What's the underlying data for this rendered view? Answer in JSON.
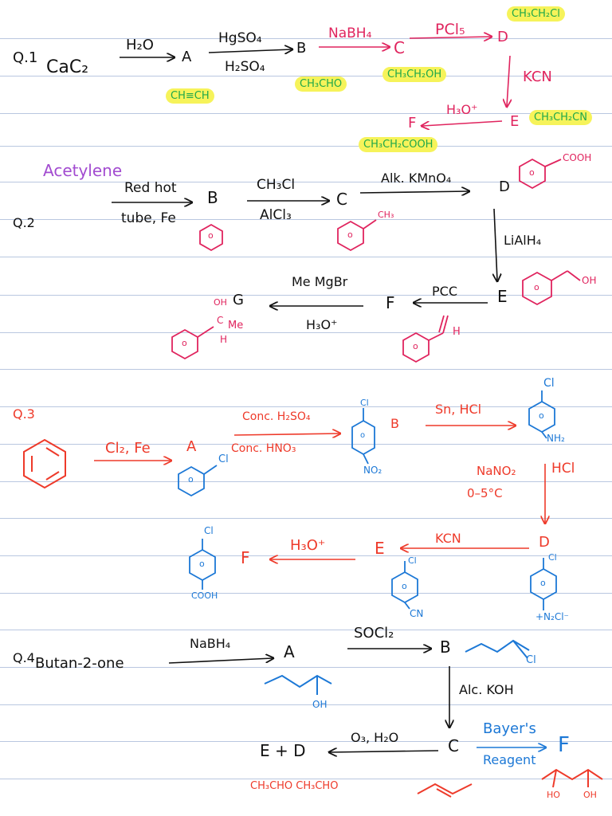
{
  "colors": {
    "black": "#111111",
    "pink": "#e0245e",
    "orange": "#ee3a2a",
    "blue": "#1c78d6",
    "purple": "#a24bd0",
    "green": "#1fa84a",
    "highlight": "#f6f35a",
    "rule": "#b9c7e0"
  },
  "q1": {
    "num": "Q.1",
    "reactant": "CaC₂",
    "r1_top": "H₂O",
    "A": "A",
    "A_name": "CH≡CH",
    "r2_top": "HgSO₄",
    "r2_bottom": "H₂SO₄",
    "B": "B",
    "B_name": "CH₃CHO",
    "r3": "NaBH₄",
    "C": "C",
    "C_name": "CH₃CH₂OH",
    "r4": "PCl₅",
    "D": "D",
    "D_name": "CH₃CH₂Cl",
    "r5": "KCN",
    "E": "E",
    "E_name": "CH₃CH₂CN",
    "r6": "H₃O⁺",
    "F": "F",
    "F_name": "CH₃CH₂COOH"
  },
  "q2": {
    "num": "Q.2",
    "reactant": "Acetylene",
    "r1_top": "Red hot",
    "r1_bottom": "tube, Fe",
    "B": "B",
    "r2_top": "CH₃Cl",
    "r2_bottom": "AlCl₃",
    "C": "C",
    "C_sub": "CH₃",
    "r3": "Alk. KMnO₄",
    "D": "D",
    "D_sub": "COOH",
    "r4": "LiAlH₄",
    "E": "E",
    "E_sub": "OH",
    "r5": "PCC",
    "F": "F",
    "F_sub": "H",
    "r6_top": "Me MgBr",
    "r6_bottom": "H₃O⁺",
    "G": "G",
    "G_oh": "OH",
    "G_c": "C",
    "G_me": "Me",
    "G_h": "H",
    "ring": "o"
  },
  "q3": {
    "num": "Q.3",
    "r1": "Cl₂, Fe",
    "A": "A",
    "A_sub": "Cl",
    "r2_top": "Conc. H₂SO₄",
    "r2_bottom": "Conc. HNO₃",
    "B": "B",
    "B_top": "Cl",
    "B_bottom": "NO₂",
    "r3": "Sn, HCl",
    "C_top": "Cl",
    "C_bottom": "NH₂",
    "r4_left": "NaNO₂",
    "r4_left2": "0–5°C",
    "r4_right": "HCl",
    "D": "D",
    "D_top": "Cl",
    "D_bottom": "+N₂Cl⁻",
    "r5": "KCN",
    "E": "E",
    "E_top": "Cl",
    "E_bottom": "CN",
    "r6": "H₃O⁺",
    "F": "F",
    "F_top": "Cl",
    "F_bottom": "COOH",
    "ring": "o"
  },
  "q4": {
    "num": "Q.4",
    "reactant": "Butan-2-one",
    "r1": "NaBH₄",
    "A": "A",
    "A_sub": "OH",
    "r2": "SOCl₂",
    "B": "B",
    "B_sub": "Cl",
    "r3": "Alc. KOH",
    "C": "C",
    "r4": "O₃, H₂O",
    "ED": "E + D",
    "ED_names": "CH₃CHO   CH₃CHO",
    "r5_top": "Bayer's",
    "r5_bottom": "Reagent",
    "F": "F",
    "F_ho": "HO",
    "F_oh": "OH"
  }
}
